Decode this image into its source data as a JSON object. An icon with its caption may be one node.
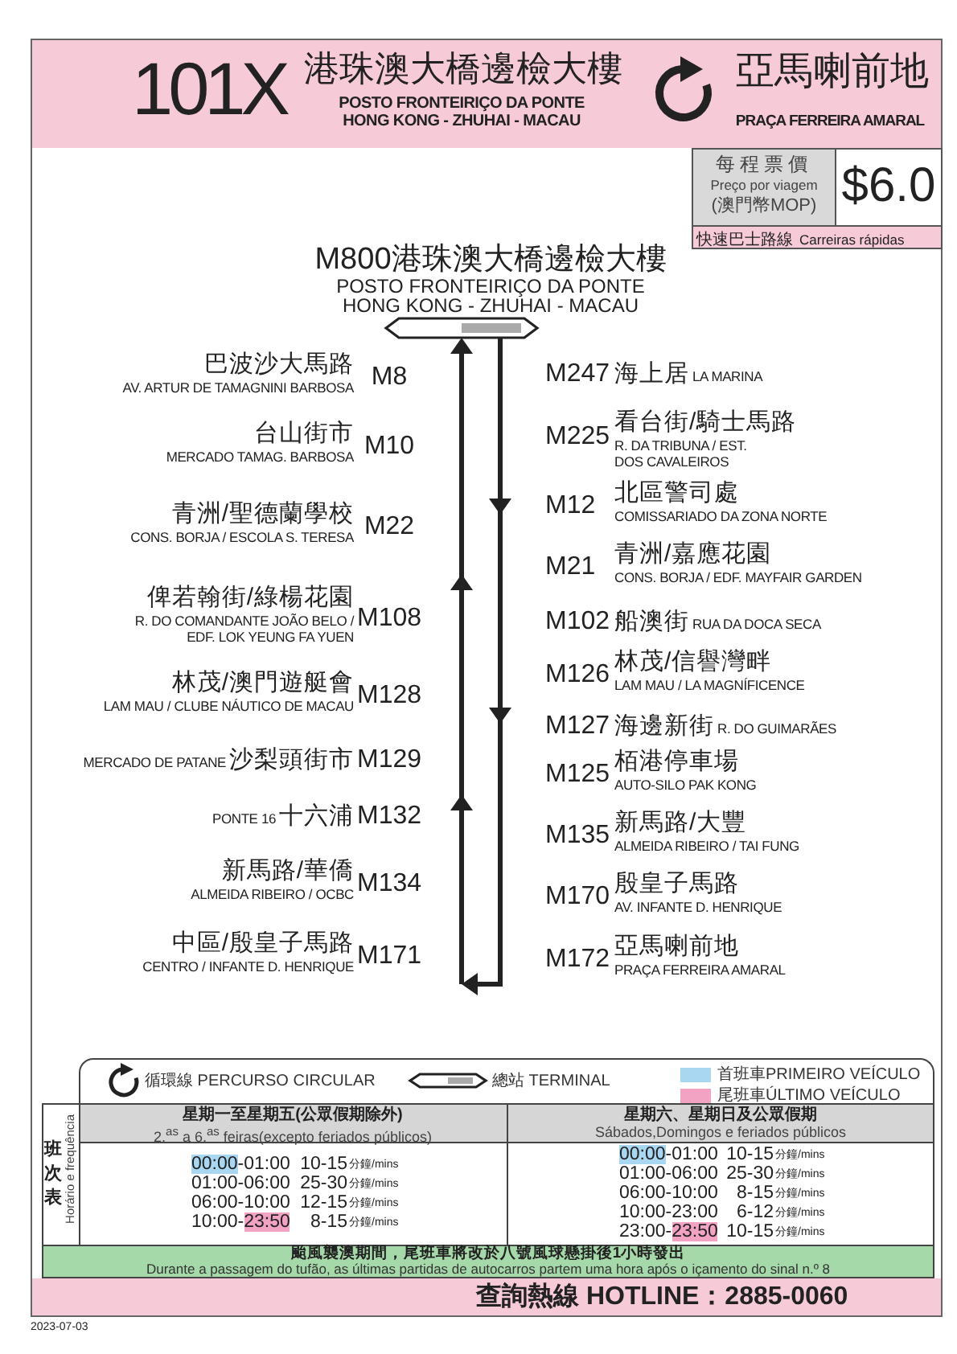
{
  "diagram": {
    "labels": [
      "101X",
      "港珠澳大橋邊檢大樓",
      "POSTO FRONTEIRIÇO DA PONTE HONG KONG - ZHUHAI - MACAU",
      "亞馬喇前地",
      "PRAÇA FERREIRA AMARAL",
      "每程票價",
      "Preço por viagem",
      "(澳門幣MOP)",
      "$6.0",
      "快速巴士路線",
      "Carreiras rápidas",
      "M800",
      "港珠澳大橋邊檢大樓",
      "POSTO FRONTEIRIÇO DA PONTE HONG KONG - ZHUHAI - MACAU",
      "巴波沙大馬路",
      "AV. ARTUR DE TAMAGNINI BARBOSA",
      "M8",
      "台山街市",
      "MERCADO TAMAG. BARBOSA",
      "M10",
      "青洲/聖德蘭學校",
      "CONS. BORJA / ESCOLA S. TERESA",
      "M22",
      "俾若翰街/綠楊花園",
      "R. DO COMANDANTE JOÃO BELO / EDF. LOK YEUNG FA YUEN",
      "M108",
      "林茂/澳門遊艇會",
      "LAM MAU / CLUBE NÁUTICO DE MACAU",
      "M128",
      "MERCADO DE PATANE",
      "沙梨頭街市",
      "M129",
      "PONTE 16",
      "十六浦",
      "M132",
      "新馬路/華僑",
      "ALMEIDA RIBEIRO / OCBC",
      "M134",
      "中區/殷皇子馬路",
      "CENTRO / INFANTE D. HENRIQUE",
      "M171",
      "M247",
      "海上居",
      "LA MARINA",
      "M225",
      "看台街/騎士馬路",
      "R. DA TRIBUNA / EST. DOS CAVALEIROS",
      "M12",
      "北區警司處",
      "COMISSARIADO DA ZONA NORTE",
      "M21",
      "青洲/嘉應花園",
      "CONS. BORJA / EDF. MAYFAIR GARDEN",
      "M102",
      "船澳街",
      "RUA DA DOCA SECA",
      "M126",
      "林茂/信譽灣畔",
      "LAM MAU / LA MAGNÍFICENCE",
      "M127",
      "海邊新街",
      "R. DO GUIMARÃES",
      "M125",
      "栢港停車場",
      "AUTO-SILO PAK KONG",
      "M135",
      "新馬路/大豐",
      "ALMEIDA RIBEIRO / TAI FUNG",
      "M170",
      "殷皇子馬路",
      "AV. INFANTE D. HENRIQUE",
      "M172",
      "亞馬喇前地",
      "PRAÇA FERREIRA AMARAL",
      "班次表",
      "Horário e frequência",
      "星期一至星期五(公眾假期除外)",
      "2.$^{as}$ a 6.$^{as}$ feiras(excepto feriados públicos)",
      "星期六、星期日及公眾假期",
      "Sábados,Domingos e feriados públicos",
      "00:00",
      "-01:00",
      "10-15",
      "分鐘/mins",
      "01:00-06:00",
      "25-30",
      "分鐘/mins",
      "06:00-10:00",
      "12-15",
      "分鐘/mins",
      "10:00-",
      "23:50",
      "8-15",
      "分鐘/mins",
      "00:00",
      "-01:00",
      "10-15",
      "分鐘/mins",
      "01:00-06:00",
      "25-30",
      "分鐘/mins",
      "06:00-10:00",
      "8-15",
      "分鐘/mins",
      "10:00-23:00",
      "6-12",
      "分鐘/mins",
      "23:00-",
      "23:50",
      "10-15",
      "分鐘/mins",
      "颱風襲澳期間，尾班車將改於八號風球懸掛後1小時發出",
      "Durante a passagem do tufão, as últimas partidas de autocarros partem uma hora após o içamento do sinal n.º 8",
      "查詢熱線 HOTLINE：2885-0060",
      "2023-07-03"
    ],
    "legend": [
      {
        "text": "循環線 PERCURSO CIRCULAR"
      },
      {
        "text": "總站 TERMINAL"
      },
      {
        "text": "首班車PRIMEIRO VEÍCULO",
        "color": "#a9d7f2"
      },
      {
        "text": "尾班車ÚLTIMO VEÍCULO",
        "color": "#f2a3c3"
      }
    ]
  }
}
